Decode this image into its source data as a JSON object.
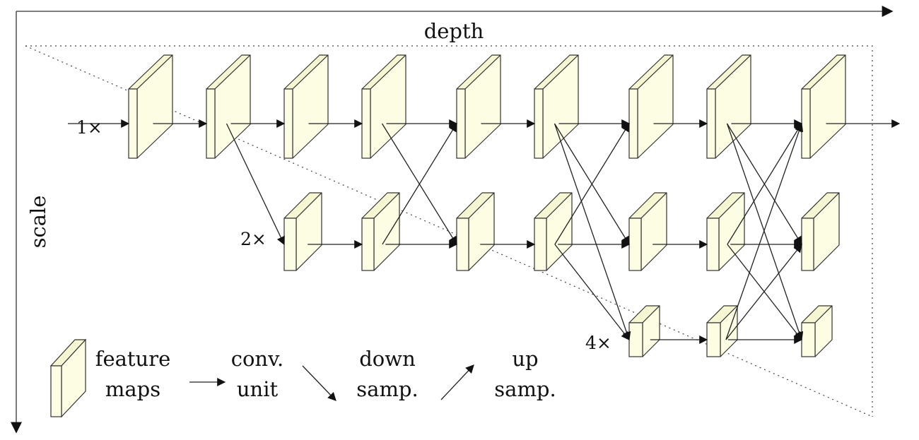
{
  "axes": {
    "depth_label": "depth",
    "scale_label": "scale"
  },
  "scales": [
    {
      "id": "s1",
      "label": "1×"
    },
    {
      "id": "s2",
      "label": "2×"
    },
    {
      "id": "s4",
      "label": "4×"
    }
  ],
  "colors": {
    "feature_map_fill": "#fdfde3",
    "feature_map_side": "#f6f6d2",
    "stroke": "#333333"
  },
  "nodes": [
    {
      "id": "a1",
      "row": 1,
      "col": 1
    },
    {
      "id": "a2",
      "row": 1,
      "col": 2
    },
    {
      "id": "a3",
      "row": 1,
      "col": 3
    },
    {
      "id": "a4",
      "row": 1,
      "col": 4
    },
    {
      "id": "a5",
      "row": 1,
      "col": 5
    },
    {
      "id": "a6",
      "row": 1,
      "col": 6
    },
    {
      "id": "a7",
      "row": 1,
      "col": 7
    },
    {
      "id": "a8",
      "row": 1,
      "col": 8
    },
    {
      "id": "a9",
      "row": 1,
      "col": 9
    },
    {
      "id": "b3",
      "row": 2,
      "col": 3
    },
    {
      "id": "b4",
      "row": 2,
      "col": 4
    },
    {
      "id": "b5",
      "row": 2,
      "col": 5
    },
    {
      "id": "b6",
      "row": 2,
      "col": 6
    },
    {
      "id": "b7",
      "row": 2,
      "col": 7
    },
    {
      "id": "b8",
      "row": 2,
      "col": 8
    },
    {
      "id": "b9",
      "row": 2,
      "col": 9
    },
    {
      "id": "c7",
      "row": 3,
      "col": 7
    },
    {
      "id": "c8",
      "row": 3,
      "col": 8
    },
    {
      "id": "c9",
      "row": 3,
      "col": 9
    }
  ],
  "edges": [
    {
      "from": "in",
      "to": "a1",
      "type": "conv"
    },
    {
      "from": "a1",
      "to": "a2",
      "type": "conv"
    },
    {
      "from": "a2",
      "to": "a3",
      "type": "conv"
    },
    {
      "from": "a3",
      "to": "a4",
      "type": "conv"
    },
    {
      "from": "a4",
      "to": "a5",
      "type": "conv"
    },
    {
      "from": "a5",
      "to": "a6",
      "type": "conv"
    },
    {
      "from": "a6",
      "to": "a7",
      "type": "conv"
    },
    {
      "from": "a7",
      "to": "a8",
      "type": "conv"
    },
    {
      "from": "a8",
      "to": "a9",
      "type": "conv"
    },
    {
      "from": "a9",
      "to": "out",
      "type": "conv"
    },
    {
      "from": "a2",
      "to": "b3",
      "type": "down"
    },
    {
      "from": "b3",
      "to": "b4",
      "type": "conv"
    },
    {
      "from": "b4",
      "to": "b5",
      "type": "conv"
    },
    {
      "from": "b4",
      "to": "a5",
      "type": "up"
    },
    {
      "from": "a4",
      "to": "b5",
      "type": "down"
    },
    {
      "from": "b5",
      "to": "b6",
      "type": "conv"
    },
    {
      "from": "b6",
      "to": "b7",
      "type": "conv"
    },
    {
      "from": "b6",
      "to": "a7",
      "type": "up"
    },
    {
      "from": "b6",
      "to": "c7",
      "type": "down"
    },
    {
      "from": "a6",
      "to": "b7",
      "type": "down"
    },
    {
      "from": "a6",
      "to": "c7",
      "type": "down"
    },
    {
      "from": "b7",
      "to": "b8",
      "type": "conv"
    },
    {
      "from": "c7",
      "to": "c8",
      "type": "conv"
    },
    {
      "from": "b8",
      "to": "b9",
      "type": "conv"
    },
    {
      "from": "b8",
      "to": "a9",
      "type": "up"
    },
    {
      "from": "b8",
      "to": "c9",
      "type": "down"
    },
    {
      "from": "a8",
      "to": "b9",
      "type": "down"
    },
    {
      "from": "a8",
      "to": "c9",
      "type": "down"
    },
    {
      "from": "c8",
      "to": "c9",
      "type": "conv"
    },
    {
      "from": "c8",
      "to": "a9",
      "type": "up"
    },
    {
      "from": "c8",
      "to": "b9",
      "type": "up"
    }
  ],
  "legend": [
    {
      "id": "feature-maps",
      "line1": "feature",
      "line2": "maps"
    },
    {
      "id": "conv-unit",
      "line1": "conv.",
      "line2": "unit"
    },
    {
      "id": "down-samp",
      "line1": "down",
      "line2": "samp."
    },
    {
      "id": "up-samp",
      "line1": "up",
      "line2": "samp."
    }
  ]
}
